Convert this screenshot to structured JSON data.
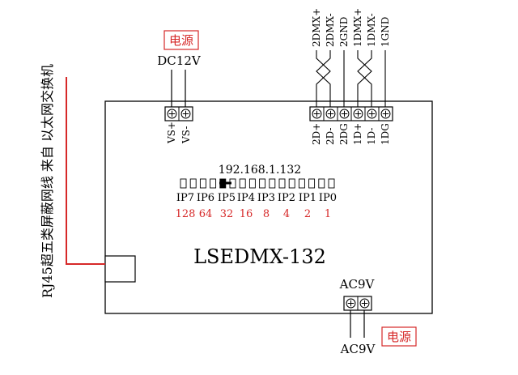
{
  "power_top": {
    "badge": "电源",
    "voltage": "DC12V",
    "terminals": [
      "VS+",
      "VS-"
    ]
  },
  "rj45_note": "RJ45超五类屏蔽网线 来自 以太网交换机",
  "dmx": {
    "top_labels": [
      "2DMX+",
      "2DMX-",
      "2GND",
      "1DMX+",
      "1DMX-",
      "1GND"
    ],
    "terminals": [
      "2D+",
      "2D-",
      "2DG",
      "1D+",
      "1D-",
      "1DG"
    ]
  },
  "ip": {
    "address": "192.168.1.132",
    "bits": [
      "IP7",
      "IP6",
      "IP5",
      "IP4",
      "IP3",
      "IP2",
      "IP1",
      "IP0"
    ],
    "weights": [
      "128",
      "64",
      "32",
      "16",
      "8",
      "4",
      "2",
      "1"
    ]
  },
  "model": "LSEDMX-132",
  "power_bottom": {
    "voltage_top": "AC9V",
    "voltage_bottom": "AC9V",
    "badge": "电源"
  },
  "colors": {
    "accent_red": "#d62828",
    "line": "#000000"
  }
}
